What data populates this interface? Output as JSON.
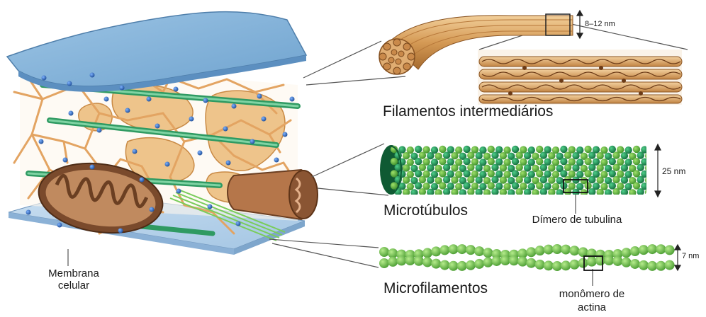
{
  "labels": {
    "intermediate_filaments": "Filamentos intermediários",
    "microtubules": "Microtúbulos",
    "microfilaments": "Microfilamentos",
    "cell_membrane_line1": "Membrana",
    "cell_membrane_line2": "celular",
    "tubulin_dimer": "Dímero de tubulina",
    "actin_monomer_line1": "monômero de",
    "actin_monomer_line2": "actina"
  },
  "dimensions": {
    "intermediate_filament": "8–12 nm",
    "microtubule": "25 nm",
    "microfilament": "7 nm"
  },
  "colors": {
    "membrane_blue": "#8fb8dc",
    "filament_tan": "#e0ad72",
    "microtubule_green": "#2f9a58",
    "microfilament_green": "#6cc24a",
    "mitochondrion_brown": "#7a4a2c"
  }
}
